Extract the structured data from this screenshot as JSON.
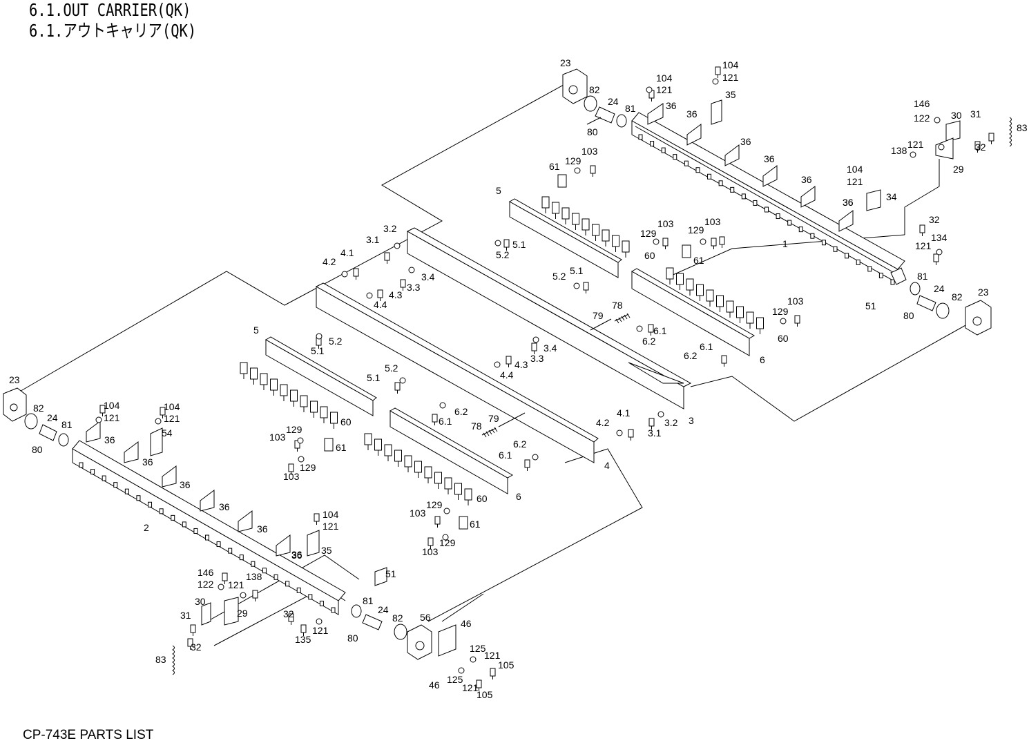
{
  "header": {
    "title_en": "6.1.OUT CARRIER(QK)",
    "title_jp": "6.1.アウトキャリア(QK)"
  },
  "footer": {
    "text": "CP-743E PARTS LIST"
  },
  "labels": [
    {
      "id": "l1",
      "text": "23"
    },
    {
      "id": "l2",
      "text": "82"
    },
    {
      "id": "l3",
      "text": "24"
    },
    {
      "id": "l4",
      "text": "81"
    },
    {
      "id": "l5",
      "text": "80"
    },
    {
      "id": "l6",
      "text": "104"
    },
    {
      "id": "l7",
      "text": "121"
    },
    {
      "id": "l8",
      "text": "36"
    },
    {
      "id": "l9",
      "text": "104"
    },
    {
      "id": "l10",
      "text": "121"
    },
    {
      "id": "l11",
      "text": "35"
    },
    {
      "id": "l12",
      "text": "36"
    },
    {
      "id": "l13",
      "text": "36"
    },
    {
      "id": "l14",
      "text": "36"
    },
    {
      "id": "l15",
      "text": "36"
    },
    {
      "id": "l16",
      "text": "36"
    },
    {
      "id": "l17",
      "text": "146"
    },
    {
      "id": "l18",
      "text": "122"
    },
    {
      "id": "l19",
      "text": "30"
    },
    {
      "id": "l20",
      "text": "31"
    },
    {
      "id": "l21",
      "text": "83"
    },
    {
      "id": "l22",
      "text": "121"
    },
    {
      "id": "l23",
      "text": "138"
    },
    {
      "id": "l24",
      "text": "32"
    },
    {
      "id": "l25",
      "text": "29"
    },
    {
      "id": "l26",
      "text": "104"
    },
    {
      "id": "l27",
      "text": "121"
    },
    {
      "id": "l28",
      "text": "34"
    },
    {
      "id": "l29",
      "text": "36"
    },
    {
      "id": "l30",
      "text": "32"
    },
    {
      "id": "l31",
      "text": "1"
    },
    {
      "id": "l32",
      "text": "121"
    },
    {
      "id": "l33",
      "text": "134"
    },
    {
      "id": "l34",
      "text": "81"
    },
    {
      "id": "l35",
      "text": "24"
    },
    {
      "id": "l36",
      "text": "82"
    },
    {
      "id": "l37",
      "text": "23"
    },
    {
      "id": "l38",
      "text": "51"
    },
    {
      "id": "l39",
      "text": "80"
    },
    {
      "id": "l40",
      "text": "61"
    },
    {
      "id": "l41",
      "text": "129"
    },
    {
      "id": "l42",
      "text": "103"
    },
    {
      "id": "l43",
      "text": "5"
    },
    {
      "id": "l44",
      "text": "129"
    },
    {
      "id": "l45",
      "text": "103"
    },
    {
      "id": "l46",
      "text": "5.1"
    },
    {
      "id": "l47",
      "text": "5.2"
    },
    {
      "id": "l48",
      "text": "60"
    },
    {
      "id": "l49",
      "text": "5.1"
    },
    {
      "id": "l50",
      "text": "5.2"
    },
    {
      "id": "l51",
      "text": "129"
    },
    {
      "id": "l52",
      "text": "103"
    },
    {
      "id": "l53",
      "text": "61"
    },
    {
      "id": "l54",
      "text": "129"
    },
    {
      "id": "l55",
      "text": "103"
    },
    {
      "id": "l56",
      "text": "60"
    },
    {
      "id": "l57",
      "text": "6.1"
    },
    {
      "id": "l58",
      "text": "6.2"
    },
    {
      "id": "l59",
      "text": "6.1"
    },
    {
      "id": "l60",
      "text": "6.2"
    },
    {
      "id": "l61",
      "text": "6"
    },
    {
      "id": "l62",
      "text": "78"
    },
    {
      "id": "l63",
      "text": "79"
    },
    {
      "id": "l64",
      "text": "3.2"
    },
    {
      "id": "l65",
      "text": "3.1"
    },
    {
      "id": "l66",
      "text": "4.1"
    },
    {
      "id": "l67",
      "text": "4.2"
    },
    {
      "id": "l68",
      "text": "3.4"
    },
    {
      "id": "l69",
      "text": "3.3"
    },
    {
      "id": "l70",
      "text": "4.3"
    },
    {
      "id": "l71",
      "text": "4.4"
    },
    {
      "id": "l72",
      "text": "3.4"
    },
    {
      "id": "l73",
      "text": "3.3"
    },
    {
      "id": "l74",
      "text": "4.3"
    },
    {
      "id": "l75",
      "text": "4.4"
    },
    {
      "id": "l76",
      "text": "4.1"
    },
    {
      "id": "l77",
      "text": "4.2"
    },
    {
      "id": "l78",
      "text": "3.2"
    },
    {
      "id": "l79",
      "text": "3.1"
    },
    {
      "id": "l80",
      "text": "3"
    },
    {
      "id": "l81",
      "text": "4"
    },
    {
      "id": "l82",
      "text": "5"
    },
    {
      "id": "l83",
      "text": "5.2"
    },
    {
      "id": "l84",
      "text": "5.1"
    },
    {
      "id": "l85",
      "text": "5.2"
    },
    {
      "id": "l86",
      "text": "5.1"
    },
    {
      "id": "l87",
      "text": "60"
    },
    {
      "id": "l88",
      "text": "129"
    },
    {
      "id": "l89",
      "text": "103"
    },
    {
      "id": "l90",
      "text": "61"
    },
    {
      "id": "l91",
      "text": "129"
    },
    {
      "id": "l92",
      "text": "103"
    },
    {
      "id": "l93",
      "text": "6.2"
    },
    {
      "id": "l94",
      "text": "6.1"
    },
    {
      "id": "l95",
      "text": "79"
    },
    {
      "id": "l96",
      "text": "78"
    },
    {
      "id": "l97",
      "text": "6.2"
    },
    {
      "id": "l98",
      "text": "6.1"
    },
    {
      "id": "l99",
      "text": "60"
    },
    {
      "id": "l100",
      "text": "6"
    },
    {
      "id": "l101",
      "text": "129"
    },
    {
      "id": "l102",
      "text": "103"
    },
    {
      "id": "l103",
      "text": "61"
    },
    {
      "id": "l104",
      "text": "129"
    },
    {
      "id": "l105",
      "text": "103"
    },
    {
      "id": "l106",
      "text": "2"
    },
    {
      "id": "l107",
      "text": "104"
    },
    {
      "id": "l108",
      "text": "121"
    },
    {
      "id": "l109",
      "text": "35"
    },
    {
      "id": "l110",
      "text": "36"
    },
    {
      "id": "l111",
      "text": "51"
    },
    {
      "id": "l112",
      "text": "146"
    },
    {
      "id": "l113",
      "text": "122"
    },
    {
      "id": "l114",
      "text": "121"
    },
    {
      "id": "l115",
      "text": "138"
    },
    {
      "id": "l116",
      "text": "30"
    },
    {
      "id": "l117",
      "text": "29"
    },
    {
      "id": "l118",
      "text": "31"
    },
    {
      "id": "l119",
      "text": "32"
    },
    {
      "id": "l120",
      "text": "83"
    },
    {
      "id": "l121",
      "text": "32"
    },
    {
      "id": "l122",
      "text": "121"
    },
    {
      "id": "l123",
      "text": "135"
    },
    {
      "id": "l124",
      "text": "81"
    },
    {
      "id": "l125",
      "text": "24"
    },
    {
      "id": "l126",
      "text": "80"
    },
    {
      "id": "l127",
      "text": "82"
    },
    {
      "id": "l128",
      "text": "56"
    },
    {
      "id": "l129",
      "text": "46"
    },
    {
      "id": "l130",
      "text": "125"
    },
    {
      "id": "l131",
      "text": "121"
    },
    {
      "id": "l132",
      "text": "105"
    },
    {
      "id": "l133",
      "text": "46"
    },
    {
      "id": "l134",
      "text": "125"
    },
    {
      "id": "l135",
      "text": "121"
    },
    {
      "id": "l136",
      "text": "105"
    },
    {
      "id": "l137",
      "text": "23"
    },
    {
      "id": "l138",
      "text": "82"
    },
    {
      "id": "l139",
      "text": "24"
    },
    {
      "id": "l140",
      "text": "81"
    },
    {
      "id": "l141",
      "text": "80"
    },
    {
      "id": "l142",
      "text": "104"
    },
    {
      "id": "l143",
      "text": "121"
    },
    {
      "id": "l144",
      "text": "36"
    },
    {
      "id": "l145",
      "text": "104"
    },
    {
      "id": "l146",
      "text": "121"
    },
    {
      "id": "l147",
      "text": "54"
    },
    {
      "id": "l148",
      "text": "36"
    },
    {
      "id": "l149",
      "text": "36"
    },
    {
      "id": "l150",
      "text": "36"
    },
    {
      "id": "l151",
      "text": "36"
    },
    {
      "id": "l152",
      "text": "36"
    }
  ]
}
